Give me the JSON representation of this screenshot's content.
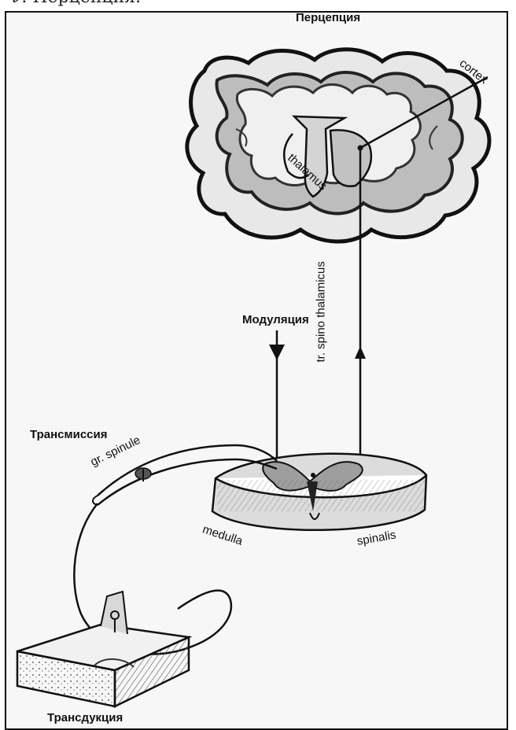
{
  "page_heading_fragment": "ν. Перцепция.",
  "labels": {
    "perception": "Перцепция",
    "modulation": "Модуляция",
    "transmission": "Трансмиссия",
    "transduction": "Трансдукция"
  },
  "anatomy": {
    "cortex": "cortex",
    "thalamus": "thalamus",
    "tract": "tr. spino thalamicus",
    "ganglion": "gr. spinule",
    "medulla": "medulla",
    "spinalis": "spinalis"
  }
}
